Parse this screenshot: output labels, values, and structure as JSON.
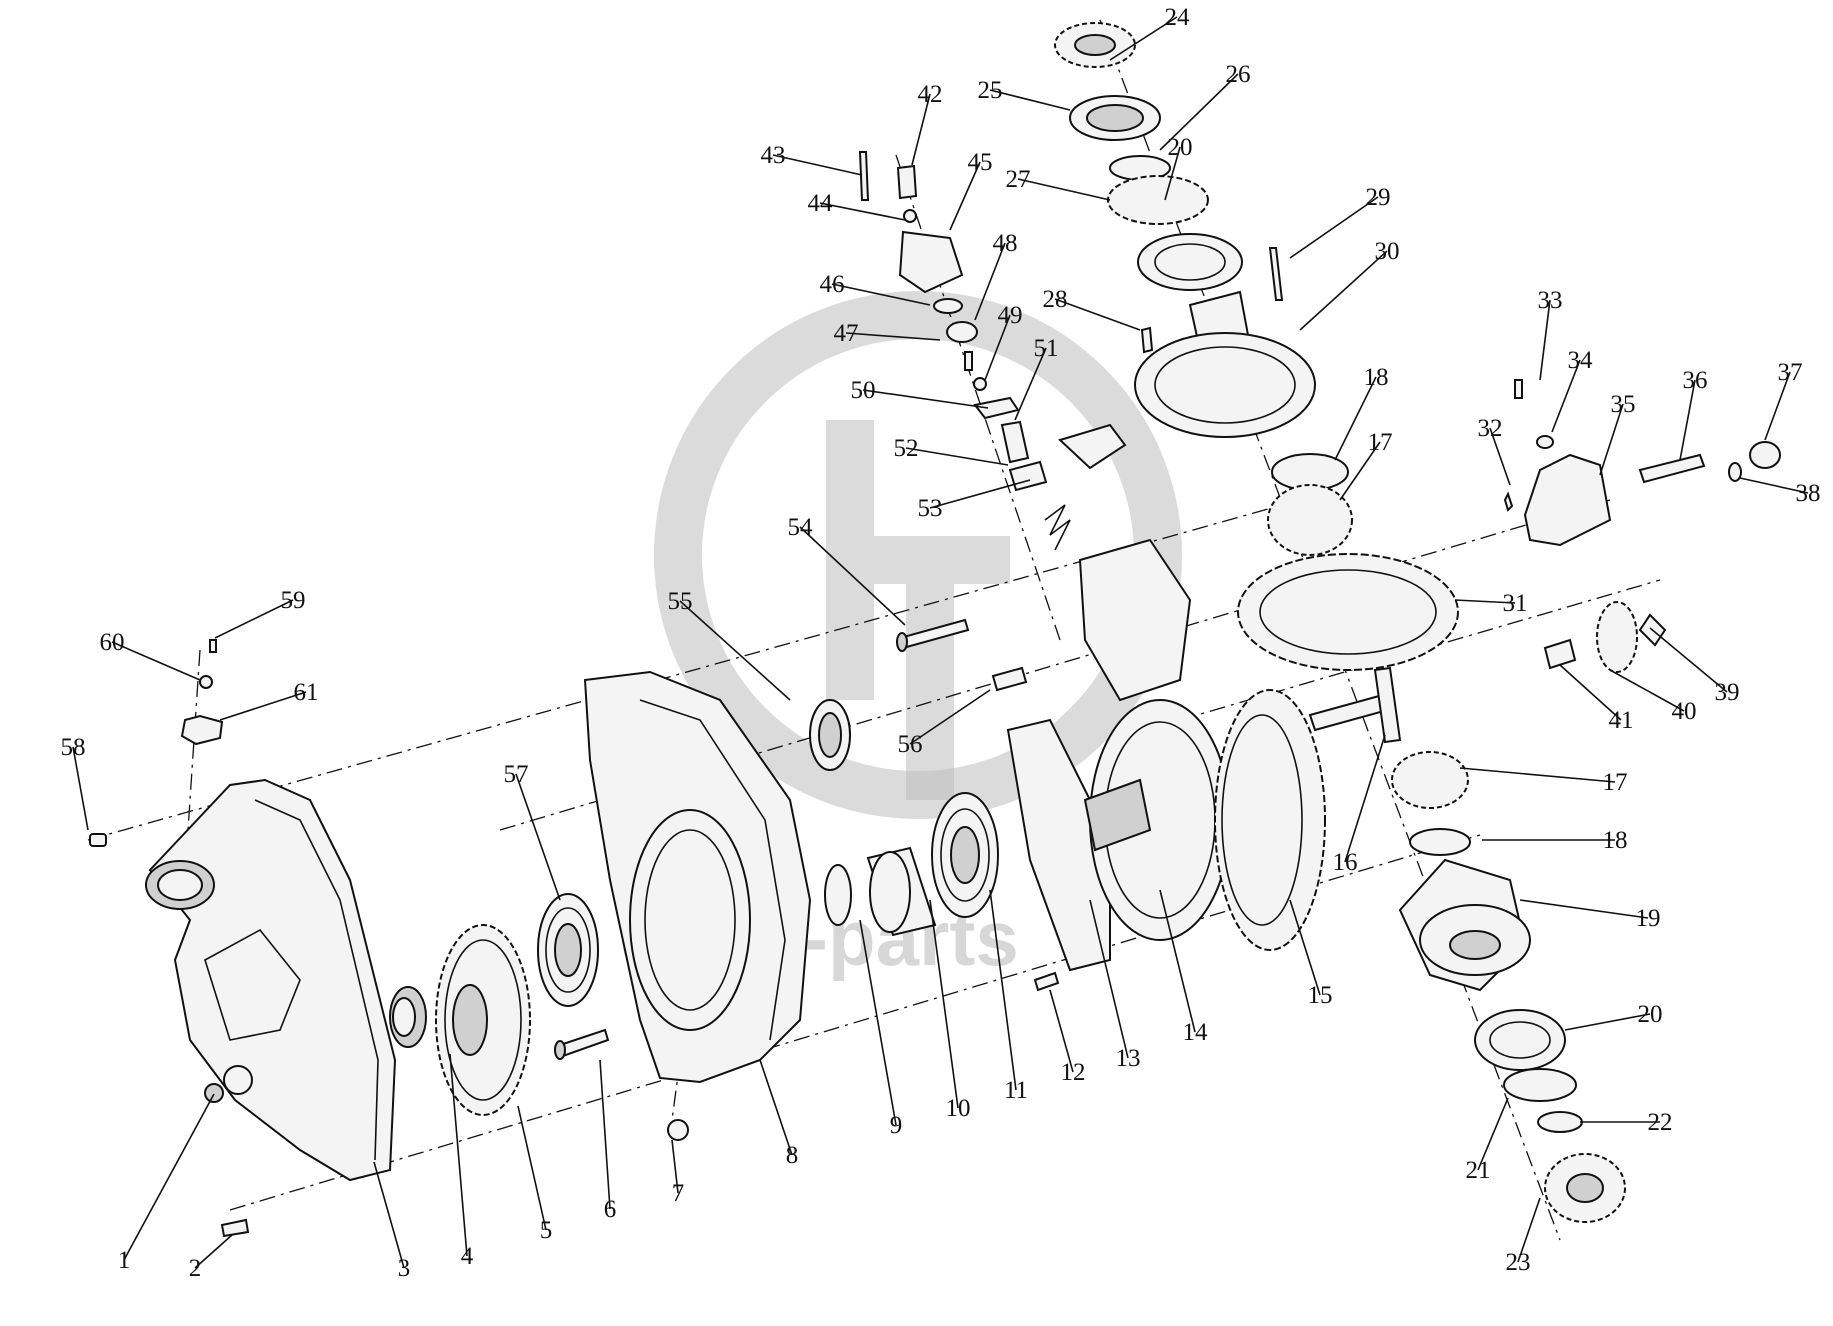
{
  "watermark": {
    "text": "delta-parts"
  },
  "parts": [
    {
      "n": "1"
    },
    {
      "n": "2"
    },
    {
      "n": "3"
    },
    {
      "n": "4"
    },
    {
      "n": "5"
    },
    {
      "n": "6"
    },
    {
      "n": "7"
    },
    {
      "n": "8"
    },
    {
      "n": "9"
    },
    {
      "n": "10"
    },
    {
      "n": "11"
    },
    {
      "n": "12"
    },
    {
      "n": "13"
    },
    {
      "n": "14"
    },
    {
      "n": "15"
    },
    {
      "n": "16"
    },
    {
      "n": "17"
    },
    {
      "n": "17"
    },
    {
      "n": "18"
    },
    {
      "n": "18"
    },
    {
      "n": "19"
    },
    {
      "n": "20"
    },
    {
      "n": "20"
    },
    {
      "n": "21"
    },
    {
      "n": "22"
    },
    {
      "n": "23"
    },
    {
      "n": "24"
    },
    {
      "n": "25"
    },
    {
      "n": "26"
    },
    {
      "n": "27"
    },
    {
      "n": "28"
    },
    {
      "n": "29"
    },
    {
      "n": "30"
    },
    {
      "n": "31"
    },
    {
      "n": "32"
    },
    {
      "n": "33"
    },
    {
      "n": "34"
    },
    {
      "n": "35"
    },
    {
      "n": "36"
    },
    {
      "n": "37"
    },
    {
      "n": "38"
    },
    {
      "n": "39"
    },
    {
      "n": "40"
    },
    {
      "n": "41"
    },
    {
      "n": "42"
    },
    {
      "n": "43"
    },
    {
      "n": "44"
    },
    {
      "n": "45"
    },
    {
      "n": "46"
    },
    {
      "n": "47"
    },
    {
      "n": "48"
    },
    {
      "n": "49"
    },
    {
      "n": "50"
    },
    {
      "n": "51"
    },
    {
      "n": "52"
    },
    {
      "n": "53"
    },
    {
      "n": "54"
    },
    {
      "n": "55"
    },
    {
      "n": "56"
    },
    {
      "n": "57"
    },
    {
      "n": "58"
    },
    {
      "n": "59"
    },
    {
      "n": "60"
    },
    {
      "n": "61"
    }
  ]
}
